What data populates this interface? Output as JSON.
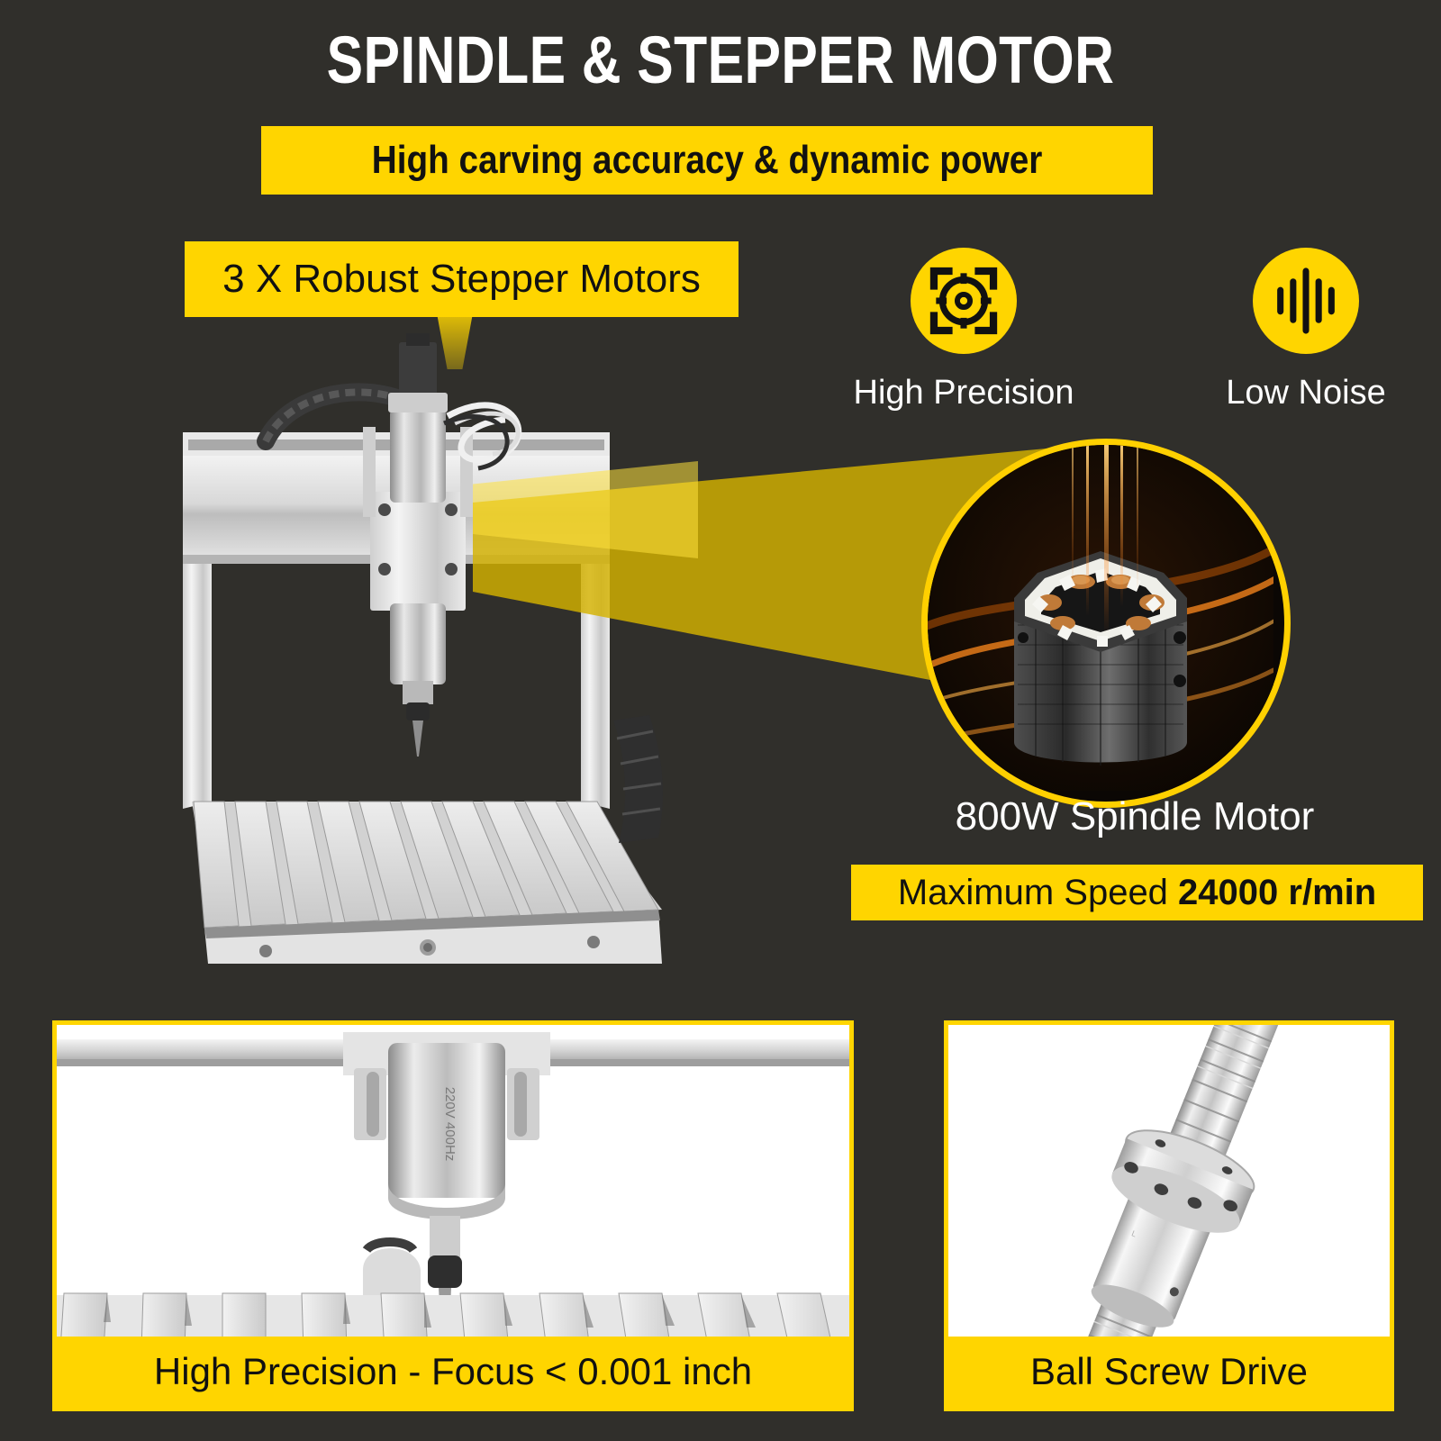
{
  "theme": {
    "background": "#302f2b",
    "accent": "#ffd500",
    "text_light": "#ffffff",
    "text_dark": "#111111"
  },
  "header": {
    "title": "SPINDLE & STEPPER MOTOR",
    "subtitle": "High carving accuracy & dynamic power"
  },
  "callout": {
    "stepper_motors": "3 X Robust Stepper Motors"
  },
  "features": [
    {
      "icon": "focus-target-icon",
      "label": "High Precision"
    },
    {
      "icon": "sound-wave-icon",
      "label": "Low Noise"
    }
  ],
  "spindle": {
    "caption": "800W Spindle Motor",
    "speed_prefix": "Maximum Speed ",
    "speed_value": "24000 r/min"
  },
  "machine_photo": {
    "alt": "CNC router gantry with spindle, drag chain and slatted aluminium worktable"
  },
  "magnified_photo": {
    "alt": "Close-up of spindle motor stator core with copper windings"
  },
  "panels": [
    {
      "id": "precision",
      "caption": "High Precision - Focus < 0.001 inch",
      "photo_alt": "Spindle with V-bit engraving tool above T-slot worktable",
      "spindle_marking": "220V 400Hz"
    },
    {
      "id": "ballscrew",
      "caption": "Ball Screw Drive",
      "photo_alt": "Precision ball screw shaft with flanged ball nut"
    }
  ]
}
